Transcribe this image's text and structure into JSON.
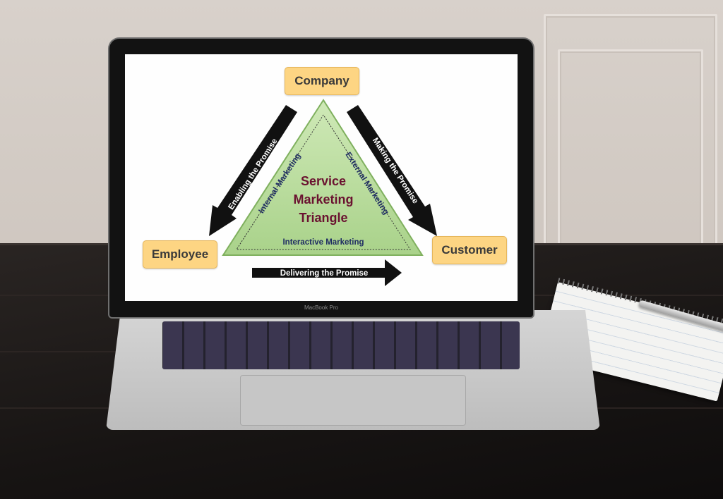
{
  "diagram": {
    "nodes": {
      "company": "Company",
      "employee": "Employee",
      "customer": "Customer"
    },
    "center": {
      "line1": "Service",
      "line2": "Marketing",
      "line3": "Triangle"
    },
    "sides": {
      "left": "Internal Marketing",
      "right": "External Marketing",
      "bottom": "Interactive Marketing"
    },
    "arrows": {
      "company_to_employee": "Enabling the Promise",
      "company_to_customer": "Making the Promise",
      "employee_to_customer": "Delivering the Promise"
    },
    "colors": {
      "node_fill": "#fdd583",
      "triangle_fill": "#b9dd9d",
      "arrow_fill": "#111111",
      "center_text": "#6a1230",
      "side_text": "#1f2d63"
    }
  },
  "laptop": {
    "brand": "MacBook Pro"
  }
}
